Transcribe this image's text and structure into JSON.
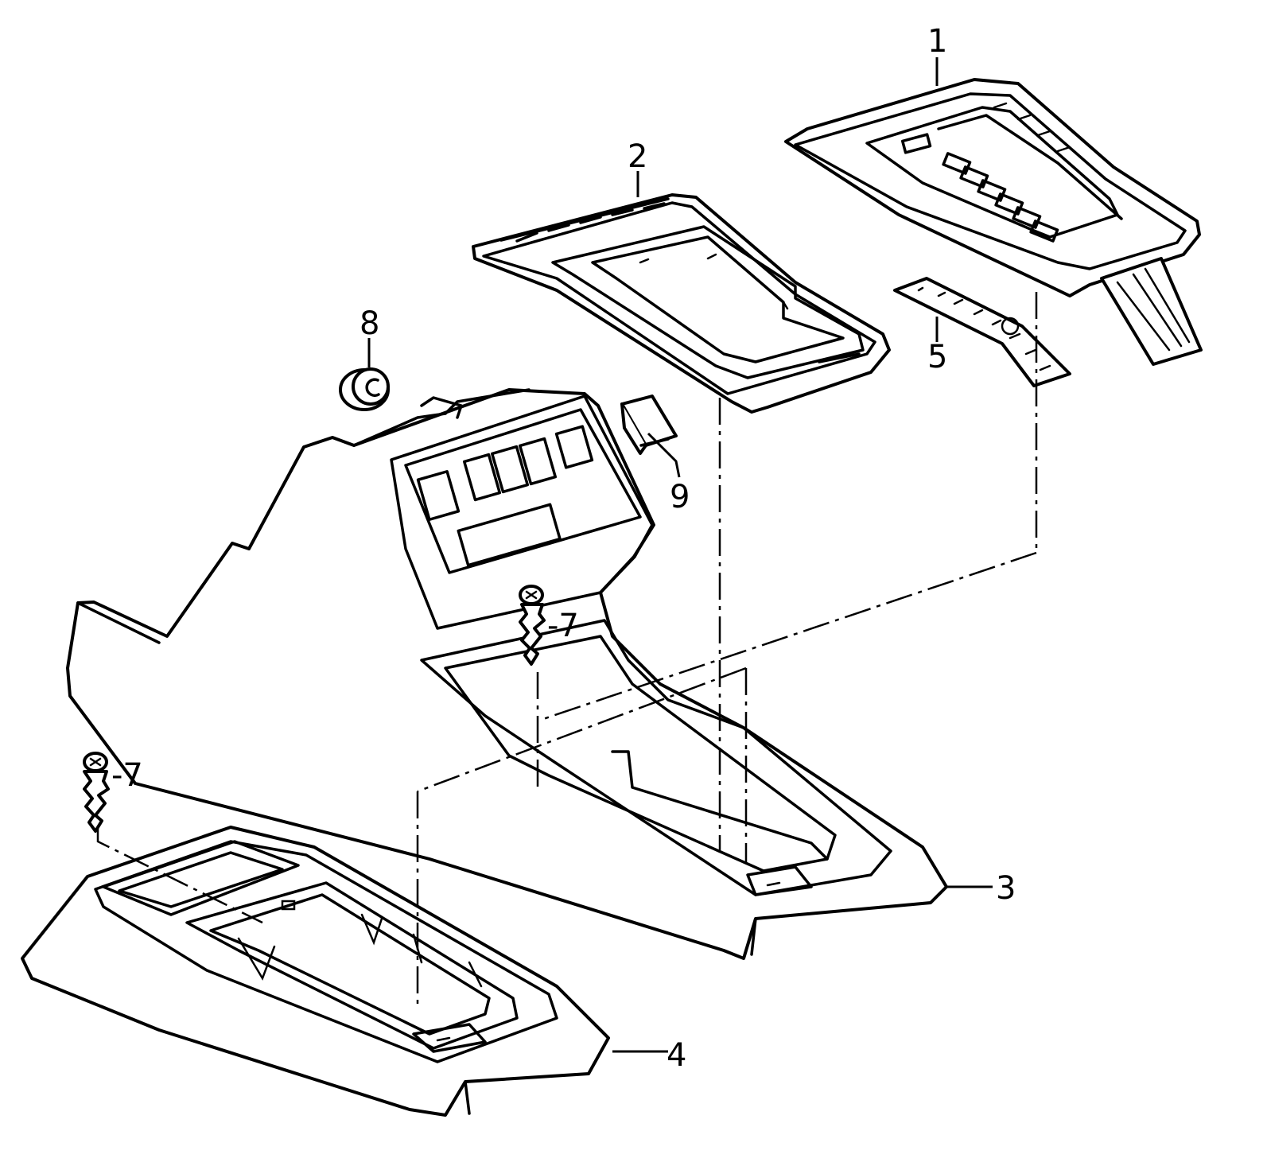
{
  "labels": {
    "part_1": "1",
    "part_2": "2",
    "part_3": "3",
    "part_4": "4",
    "part_5": "5",
    "part_7_upper": "-7",
    "part_7_lower": "-7",
    "part_8": "8",
    "part_9": "9"
  },
  "colors": {
    "line": "#000000",
    "background": "#ffffff"
  }
}
